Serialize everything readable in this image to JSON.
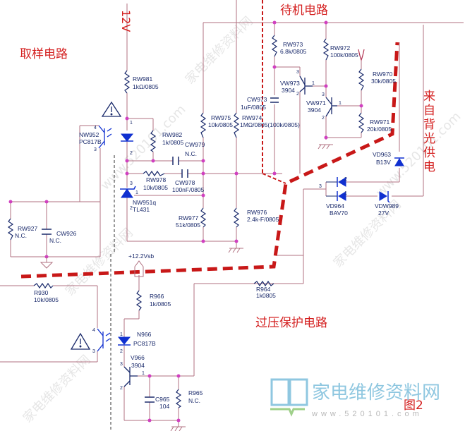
{
  "titles": {
    "sampling": "取样电路",
    "standby": "待机电路",
    "backlight_supply": [
      "来",
      "自",
      "背",
      "光",
      "供",
      "电"
    ],
    "ovp": "过压保护电路",
    "figure": "图2",
    "supply_12v": "12V",
    "vsb": "+12.2Vsb"
  },
  "components": {
    "rw981": {
      "ref": "RW981",
      "value": "1kΩ/0805"
    },
    "rw982": {
      "ref": "RW982",
      "value": "1k/0805"
    },
    "cw979": {
      "ref": "CW979",
      "value": "N.C."
    },
    "rw978": {
      "ref": "RW978",
      "value": "10k/0805"
    },
    "cw978": {
      "ref": "CW978",
      "value": "100nF/0805"
    },
    "nw951": {
      "ref": "NW951q",
      "value": "TL431"
    },
    "nw952": {
      "ref": "NW952",
      "value": "PC817B"
    },
    "rw977": {
      "ref": "RW977",
      "value": "51k/0805"
    },
    "rw975": {
      "ref": "RW975",
      "value": "10k/0805"
    },
    "rw974": {
      "ref": "RW974",
      "value": "1MΩ/0805(100k/0805)"
    },
    "rw976": {
      "ref": "RW976",
      "value": "2.4k-F/0805"
    },
    "cw973": {
      "ref": "CW973",
      "value": "1uF/0805"
    },
    "rw973": {
      "ref": "RW973",
      "value": "6.8k/0805"
    },
    "vw973": {
      "ref": "VW973",
      "value": "3904"
    },
    "rw972": {
      "ref": "RW972",
      "value": "100k/0805"
    },
    "vw971": {
      "ref": "VW971",
      "value": "3904"
    },
    "rw970": {
      "ref": "RW970",
      "value": "30k/0805"
    },
    "rw971": {
      "ref": "RW971",
      "value": "20k/0805"
    },
    "vd963": {
      "ref": "VD963",
      "value": "B13V"
    },
    "vd964": {
      "ref": "VD964",
      "value": "BAV70"
    },
    "vdw989": {
      "ref": "VDW989",
      "value": "27V"
    },
    "rw927": {
      "ref": "RW927",
      "value": "N.C."
    },
    "cw926": {
      "ref": "CW926",
      "value": "N.C."
    },
    "r930": {
      "ref": "R930",
      "value": "10k/0805"
    },
    "r966": {
      "ref": "R966",
      "value": "1k/0805"
    },
    "r964": {
      "ref": "R964",
      "value": "1k0805"
    },
    "n966": {
      "ref": "N966",
      "value": "PC817B"
    },
    "v966": {
      "ref": "V966",
      "value": "3904"
    },
    "c965": {
      "ref": "C965",
      "value": "104"
    },
    "r965": {
      "ref": "R965",
      "value": "N.C."
    }
  },
  "pins": {
    "p1": "1",
    "p2": "2",
    "p3": "3",
    "p4": "4"
  },
  "watermark": {
    "cn": "家电维修资料网",
    "url": "www.520101.com",
    "domain_short": "520101.com"
  },
  "colors": {
    "wire": "#b07080",
    "component": "#1a2a6b",
    "accent": "#d42020",
    "junction": "#d040c0",
    "diode": "#1030d0"
  }
}
